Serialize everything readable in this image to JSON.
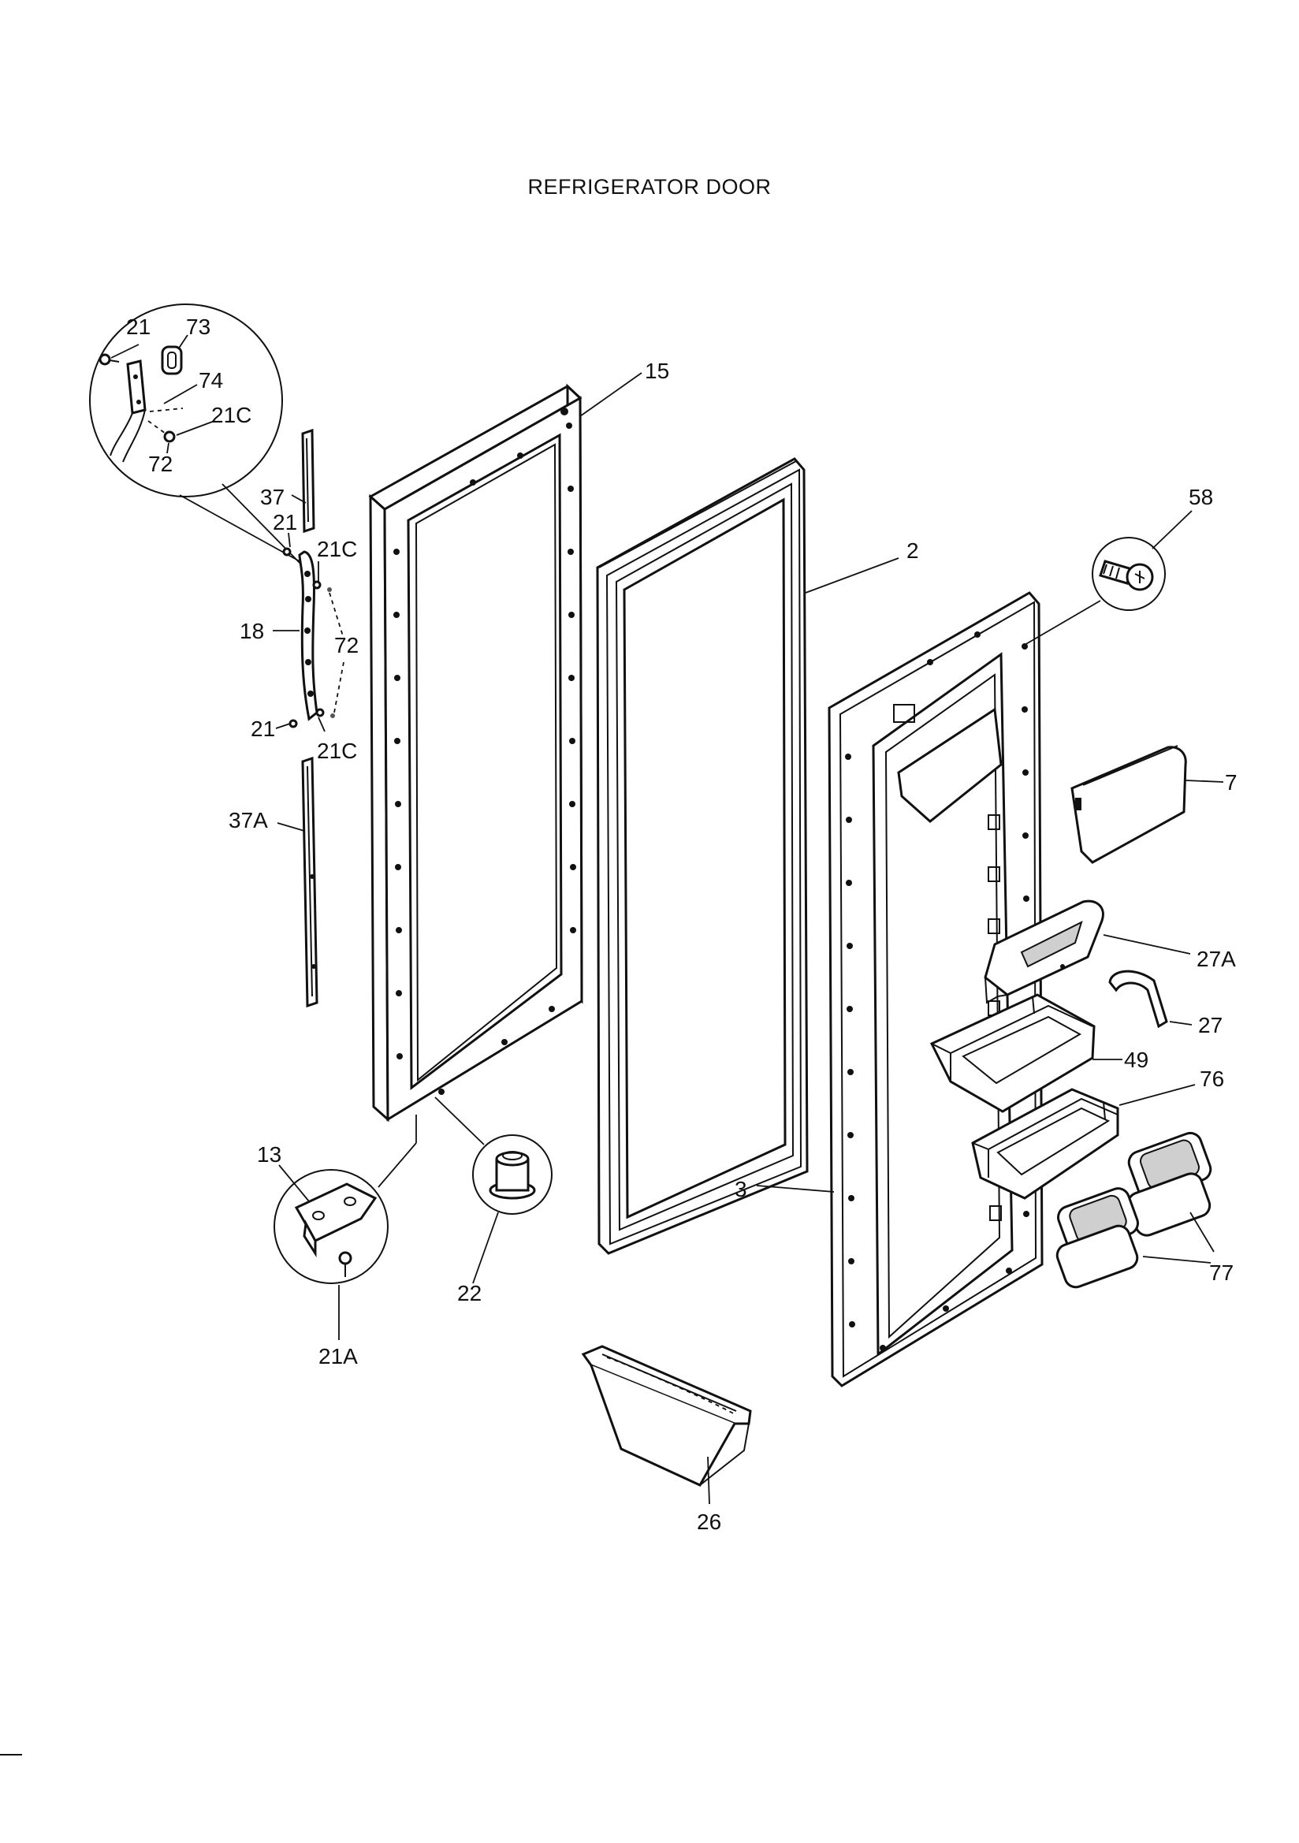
{
  "title": "REFRIGERATOR DOOR",
  "callouts": {
    "c21_inset": "21",
    "c73": "73",
    "c74": "74",
    "c21C_inset": "21C",
    "c72_inset": "72",
    "c15": "15",
    "c37": "37",
    "c21_upper": "21",
    "c21C_upper": "21C",
    "c2": "2",
    "c58": "58",
    "c18": "18",
    "c72": "72",
    "c21_lower": "21",
    "c21C_lower": "21C",
    "c7": "7",
    "c37A": "37A",
    "c27A": "27A",
    "c27": "27",
    "c49": "49",
    "c76": "76",
    "c13": "13",
    "c77": "77",
    "c22": "22",
    "c3": "3",
    "c21A": "21A",
    "c26": "26"
  },
  "icons": {
    "screw": "screw-icon",
    "hinge": "hinge-icon"
  }
}
